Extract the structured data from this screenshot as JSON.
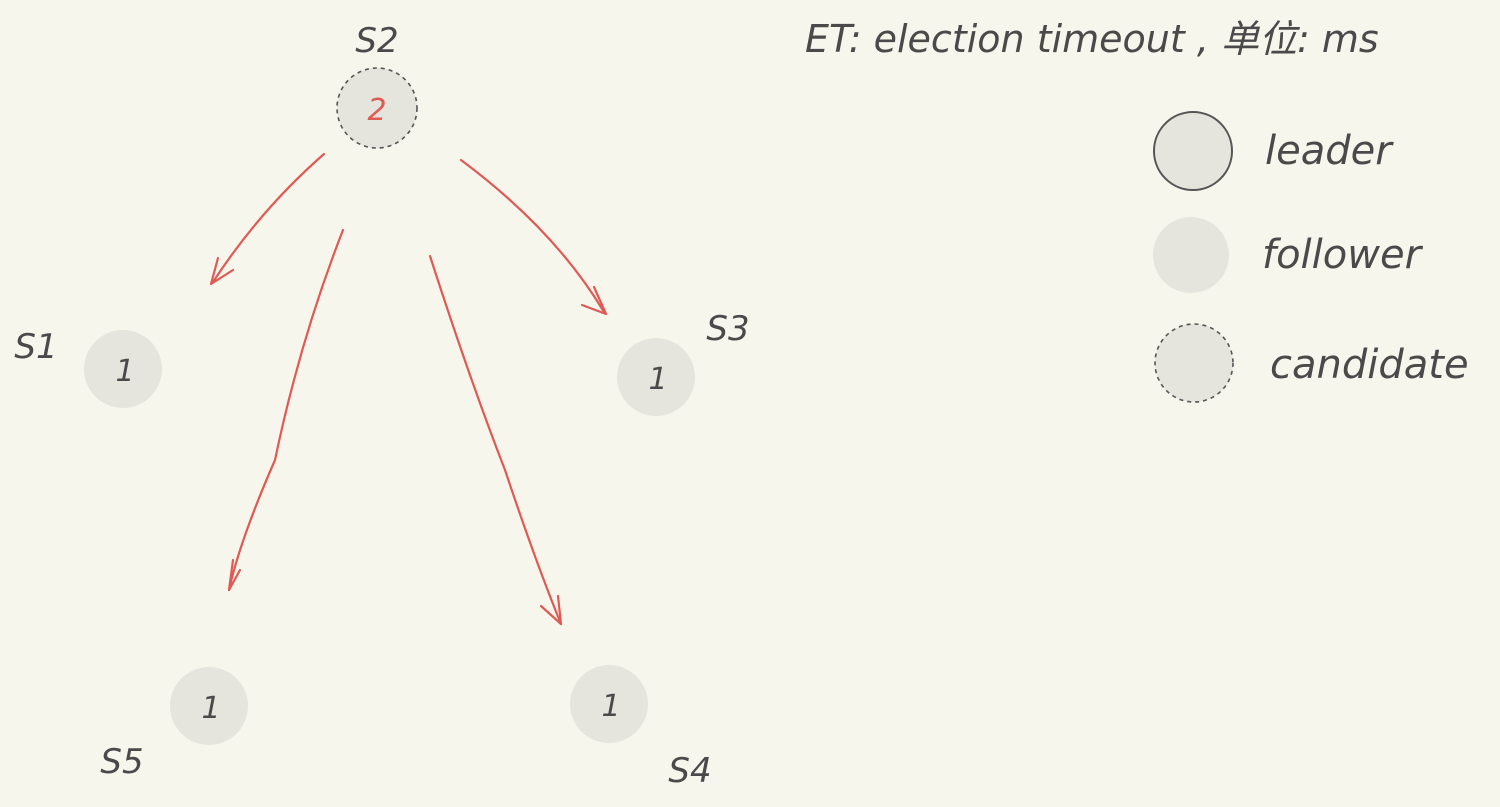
{
  "title": "ET: election timeout , 单位: ms",
  "nodes": [
    {
      "id": "s2",
      "label": "S2",
      "term": "2",
      "role": "candidate"
    },
    {
      "id": "s1",
      "label": "S1",
      "term": "1",
      "role": "follower"
    },
    {
      "id": "s3",
      "label": "S3",
      "term": "1",
      "role": "follower"
    },
    {
      "id": "s5",
      "label": "S5",
      "term": "1",
      "role": "follower"
    },
    {
      "id": "s4",
      "label": "S4",
      "term": "1",
      "role": "follower"
    }
  ],
  "edges": [
    {
      "from": "s2",
      "to": "s1"
    },
    {
      "from": "s2",
      "to": "s3"
    },
    {
      "from": "s2",
      "to": "s5"
    },
    {
      "from": "s2",
      "to": "s4"
    }
  ],
  "legend": [
    {
      "style": "leader",
      "label": "leader"
    },
    {
      "style": "follower",
      "label": "follower"
    },
    {
      "style": "candidate",
      "label": "candidate"
    }
  ],
  "colors": {
    "background": "#f7f6ec",
    "node_fill": "#e6e5dd",
    "ink": "#4a4a4a",
    "arrow": "#e05a55",
    "candidate_term": "#e05a55"
  }
}
